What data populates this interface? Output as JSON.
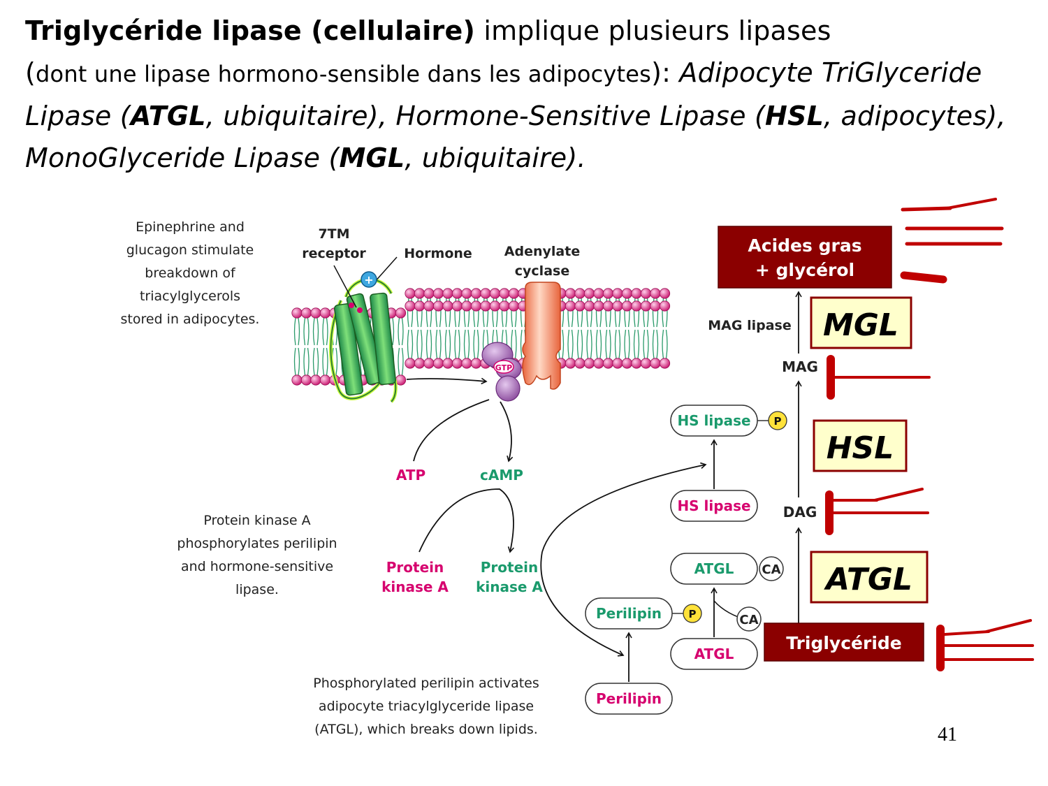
{
  "heading": {
    "title_bold": "Triglycéride lipase (cellulaire)",
    "title_rest": " implique plusieurs lipases",
    "paren_open": "(",
    "paren_text": "dont une lipase hormono-sensible dans les adipocytes",
    "paren_close": "): ",
    "i1": "Adipocyte TriGlyceride Lipase (",
    "b1": "ATGL",
    "i2": ", ubiquitaire), Hormone-Sensitive Lipase (",
    "b2": "HSL",
    "i3": ", adipocytes), MonoGlyceride Lipase (",
    "b3": "MGL",
    "i4": ", ubiquitaire)."
  },
  "diagram": {
    "note_top": [
      "Epinephrine and",
      "glucagon stimulate",
      "breakdown of",
      "triacylglycerols",
      "stored in adipocytes."
    ],
    "label_7tm": [
      "7TM",
      "receptor"
    ],
    "label_hormone": "Hormone",
    "label_cyclase": [
      "Adenylate",
      "cyclase"
    ],
    "plus_sign": "+",
    "gtp": "GTP",
    "atp": "ATP",
    "camp": "cAMP",
    "pka_note": [
      "Protein kinase A",
      "phosphorylates perilipin",
      "and hormone-sensitive",
      "lipase."
    ],
    "pka_inactive": [
      "Protein",
      "kinase A"
    ],
    "pka_active": [
      "Protein",
      "kinase A"
    ],
    "perilipin_note": [
      "Phosphorylated perilipin activates",
      "adipocyte triacylglyceride lipase",
      "(ATGL), which breaks down lipids."
    ],
    "perilipin_p": "Perilipin",
    "perilipin": "Perilipin",
    "p_badge": "P",
    "atgl_active": "ATGL",
    "atgl": "ATGL",
    "ca": "CA",
    "hs_lipase_p": "HS lipase",
    "hs_lipase": "HS lipase",
    "dag": "DAG",
    "mag": "MAG",
    "mag_lipase": "MAG lipase",
    "acides": [
      "Acides gras",
      "+ glycérol"
    ],
    "mgl": "MGL",
    "hsl": "HSL",
    "atgl_box": "ATGL",
    "triglyceride": "Triglycéride"
  },
  "colors": {
    "dark_red": "#8b0000",
    "yellow_box": "#ffffcc",
    "green": "#1a9a6c",
    "magenta": "#d6006e",
    "annot_red": "#c00000"
  },
  "slide_number": "41"
}
